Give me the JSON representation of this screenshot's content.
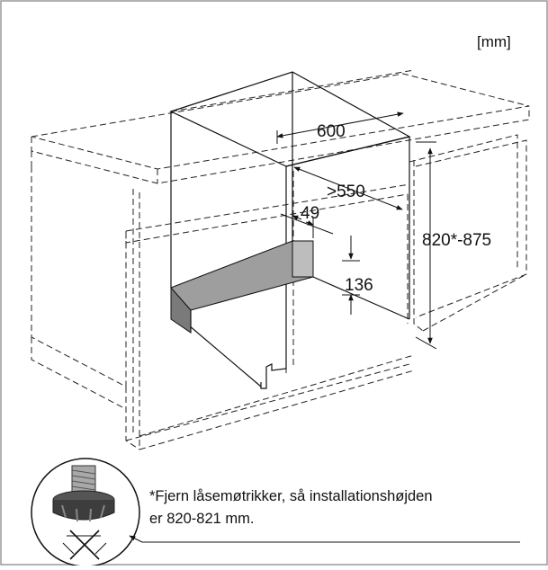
{
  "unit_label": "[mm]",
  "dimensions": {
    "width": "600",
    "depth": ">550",
    "step_depth": "49",
    "step_height": "136",
    "height": "820*-875"
  },
  "note": {
    "line1": "*Fjern låsemøtrikker, så installationshøjden",
    "line2": "er 820-821 mm."
  },
  "icons": [
    "adjustable-foot-icon",
    "lock-nut-removal-icon"
  ]
}
